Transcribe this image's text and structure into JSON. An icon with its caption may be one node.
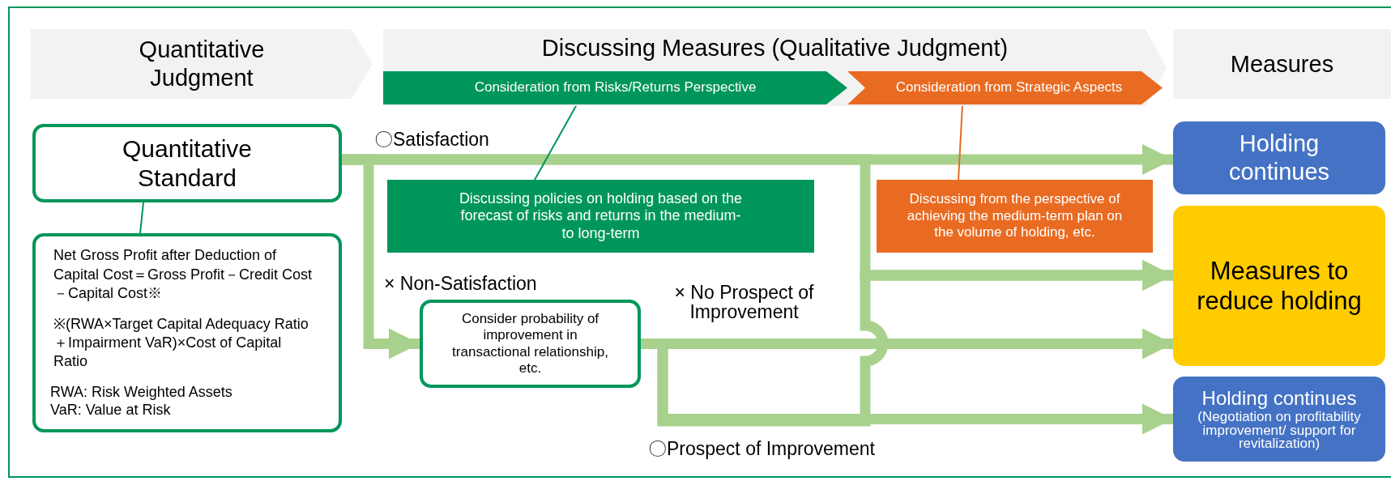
{
  "diagram": {
    "nodes": [
      {
        "text": [
          "Quantitative Judgment"
        ]
      },
      {
        "text": [
          "Discussing Measures (Qualitative Judgment)"
        ]
      },
      {
        "text": [
          "Consideration from Risks/Returns Perspective"
        ],
        "in": 1
      },
      {
        "text": [
          "Consideration from Strategic Aspects"
        ],
        "in": 1
      },
      {
        "text": [
          "Measures"
        ]
      },
      {
        "text": [
          "Quantitative Standard"
        ]
      },
      {
        "text": [
          "Net Gross Profit after Deduction of Capital Cost＝Gross Profit－Credit Cost－Capital Cost※",
          "※(RWA×Target Capital Adequacy Ratio＋Impairment VaR)×Cost of Capital Ratio",
          "RWA: Risk Weighted Assets VaR: Value at Risk"
        ]
      },
      {
        "text": [
          "Discussing policies on holding based on the forecast of risks and returns in the medium- to long-term"
        ]
      },
      {
        "text": [
          "Discussing from the perspective of achieving the medium-term plan on the volume of holding, etc."
        ]
      },
      {
        "text": [
          "Consider probability of improvement in transactional relationship, etc."
        ]
      },
      {
        "text": [
          "Holding continues"
        ]
      },
      {
        "text": [
          "Measures to reduce holding"
        ]
      },
      {
        "text": [
          "Holding continues",
          "(Negotiation on profitability improvement/ support for revitalization)"
        ]
      }
    ],
    "edges": [
      {
        "from": 5,
        "to": 10,
        "arrow": "to",
        "label": "〇Satisfaction"
      },
      {
        "from": 5,
        "to": 9,
        "arrow": "to",
        "label": "× Non-Satisfaction"
      },
      {
        "from": 5,
        "to": 11,
        "arrow": "to"
      },
      {
        "from": 9,
        "to": 11,
        "arrow": "to",
        "label": "× No Prospect of Improvement"
      },
      {
        "from": 9,
        "to": 12,
        "arrow": "to",
        "label": "〇Prospect of Improvement"
      },
      {
        "from": 9,
        "to": 11,
        "arrow": "to"
      },
      {
        "from": 5,
        "to": 6,
        "arrow": "none",
        "color": "#00965a"
      },
      {
        "from": 2,
        "to": 7,
        "arrow": "none",
        "color": "#00965a"
      },
      {
        "from": 3,
        "to": 8,
        "arrow": "none",
        "color": "#e96b22"
      }
    ]
  }
}
